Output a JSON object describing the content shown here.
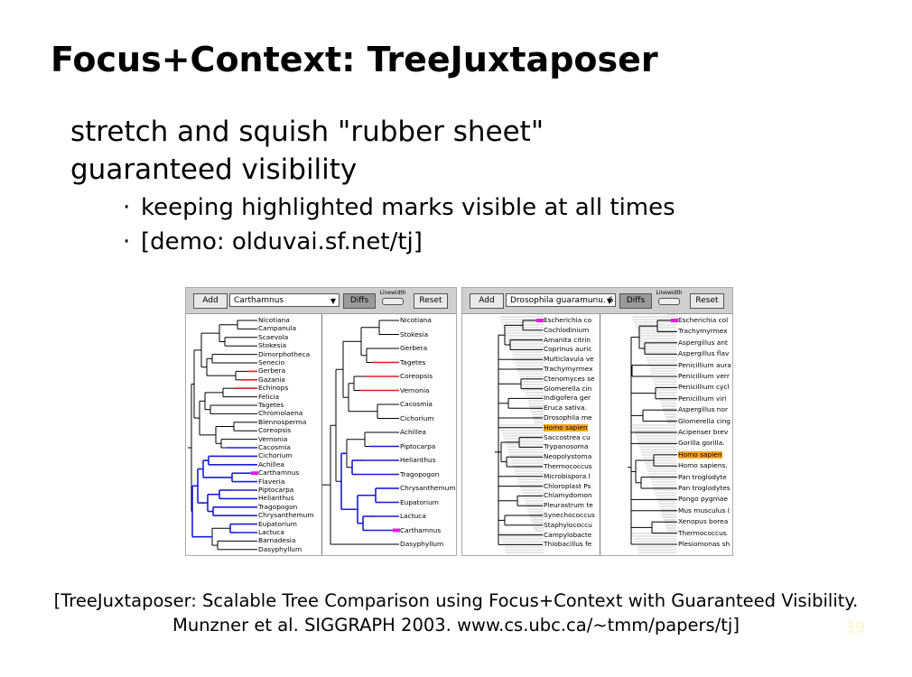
{
  "slide": {
    "title": "Focus+Context: TreeJuxtaposer",
    "bullets": [
      "stretch and squish \"rubber sheet\"",
      "guaranteed visibility"
    ],
    "sub_bullets": [
      "keeping highlighted marks visible at all times",
      "[demo: olduvai.sf.net/tj]"
    ],
    "sub_bullet_marker": "·",
    "citation_line1": "[TreeJuxtaposer: Scalable Tree Comparison using Focus+Context with Guaranteed Visibility.",
    "citation_line2": "Munzner et al. SIGGRAPH 2003. www.cs.ubc.ca/~tmm/papers/tj]",
    "page_number": "39"
  },
  "shot_left": {
    "add_label": "Add",
    "combo_value": "Carthamnus",
    "diffs_label": "Diffs",
    "linewidth_label": "Linewidth",
    "reset_label": "Reset",
    "tree1_labels": [
      "Nicotiana",
      "Campanula",
      "Scaevola",
      "Stokesia",
      "Dimorphotheca",
      "Senecio",
      "Gerbera",
      "Gazania",
      "Echinops",
      "Felicia",
      "Tagetes",
      "Chromolaena",
      "Blennosperma",
      "Coreopsis",
      "Vernonia",
      "Cacosmia",
      "Cichorium",
      "Achillea",
      "Carthamnus",
      "Flaveria",
      "Piptocarpa",
      "Helianthus",
      "Tragopogon",
      "Chrysanthemum",
      "Eupatorium",
      "Lactuca",
      "Barnadesia",
      "Dasyphyllum"
    ],
    "tree2_labels": [
      "Nicotiana",
      "Stokesia",
      "Gerbera",
      "Tagetes",
      "Coreopsis",
      "Vernonia",
      "Cacosmia",
      "Cichorium",
      "Achillea",
      "Piptocarpa",
      "Helianthus",
      "Tragopogon",
      "Chrysanthemum",
      "Eupatorium",
      "Lactuca",
      "Carthamnus",
      "Dasyphyllum"
    ]
  },
  "shot_right": {
    "add_label": "Add",
    "combo_value": "Drosophila guaramunu. 6",
    "diffs_label": "Diffs",
    "linewidth_label": "Linewidth",
    "reset_label": "Reset",
    "tree1_labels": [
      "Escherichia co",
      "Cochlodinium",
      "Amanita citrin",
      "Coprinus auric",
      "Multiclavula ve",
      "Trachymyrmex",
      "Ctenomyces se",
      "Glomerella cin",
      "Indigofera ger",
      "Eruca sativa. ",
      "Drosophila me",
      "Homo sapien",
      "Saccostrea cu",
      "Trypanosoma",
      "Neopolystoma",
      "Thermococcus",
      "Microbispora l",
      "Chloroplast Ps",
      "Chlamydomon",
      "Pleurastrum te",
      "Synechococcus",
      "Staphylococcu",
      "Campylobacte",
      "Thiobacillus fe"
    ],
    "tree2_labels": [
      "Escherichia col",
      "Trachymyrmex",
      "Aspergillus ant",
      "Aspergillus flav",
      "Penicillium aura",
      "Penicillium verr",
      "Penicillium cycl",
      "Penicillium viri",
      "Aspergillus nor",
      "Glomerella cing",
      "Acipenser brev",
      "Gorilla gorilla.",
      "Homo sapien",
      "Homo sapiens.",
      "Pan troglodyte",
      "Pan troglodytes",
      "Pongo pygmae",
      "Mus musculus (",
      "Xenopus borea",
      "Thermococcus",
      "Plesiomonas sh"
    ]
  }
}
